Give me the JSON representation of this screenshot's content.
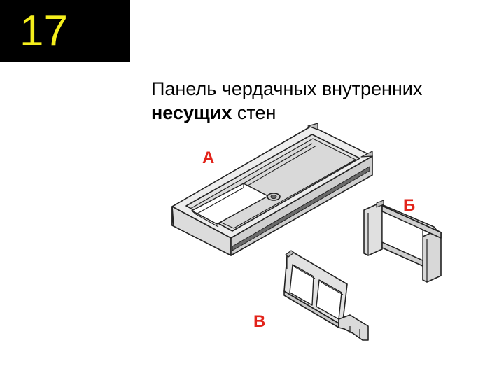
{
  "slide": {
    "number": "17",
    "title_normal_1": "Панель чердачных внутренних",
    "title_bold": "несущих",
    "title_normal_2": "стен"
  },
  "labels": {
    "a": "А",
    "b": "Б",
    "v": "В"
  },
  "colors": {
    "number_box": "#000000",
    "number_text": "#f5ee1c",
    "label_text": "#e2231a",
    "panel_fill": "#e4e4e4",
    "line": "#222222"
  },
  "icons": {
    "panel_a": "attic-wall-panel-drawing",
    "panel_b": "frame-panel-drawing",
    "panel_v": "double-opening-panel-drawing"
  }
}
